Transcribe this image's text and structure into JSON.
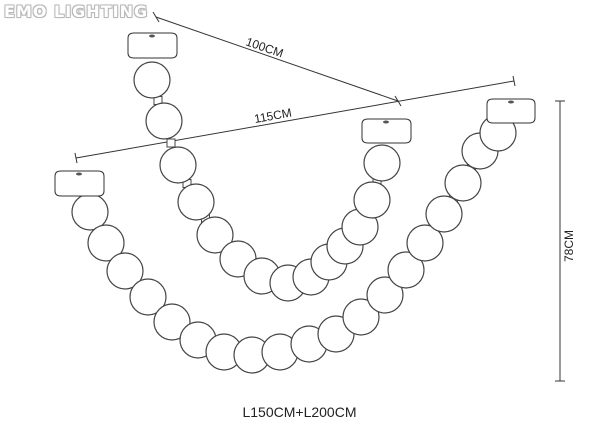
{
  "brand": "EMO LIGHTING",
  "dimensions": {
    "top_width": "100CM",
    "outer_width": "115CM",
    "height": "78CM"
  },
  "caption": "L150CM+L200CM",
  "colors": {
    "line": "#333333",
    "bead_fill": "#ffffff",
    "bead_stroke": "#444444",
    "brand_outline": "#b9b9b9"
  }
}
